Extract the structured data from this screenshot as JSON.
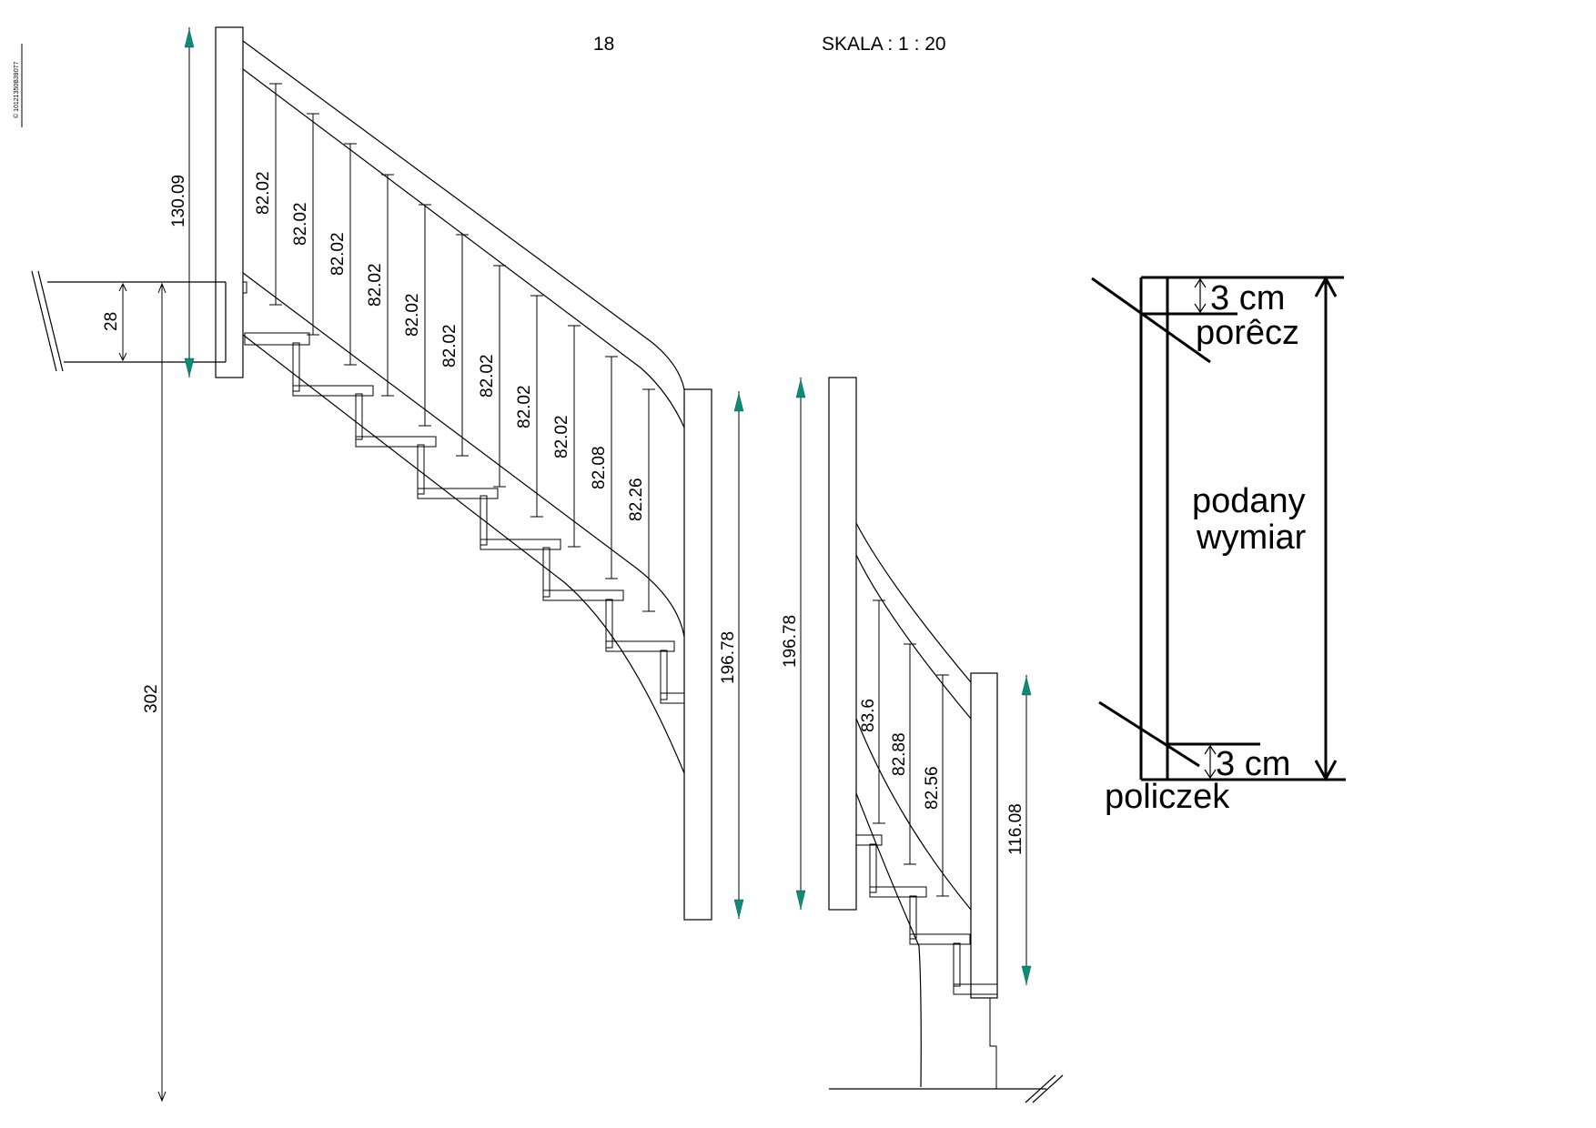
{
  "header": {
    "page_number": "18",
    "scale": "SKALA : 1 : 20",
    "copyright": "© 10121350B39077"
  },
  "dimensions": {
    "top_post_height": "130.09",
    "landing_thickness": "28",
    "total_height": "302",
    "flight1_post_height": "196.78",
    "flight2_post_height": "196.78",
    "flight2_end_post_height": "116.08"
  },
  "baluster_lengths_flight1": [
    "82.02",
    "82.02",
    "82.02",
    "82.02",
    "82.02",
    "82.02",
    "82.02",
    "82.02",
    "82.02",
    "82.08",
    "82.26"
  ],
  "baluster_lengths_flight2": [
    "83.6",
    "82.88",
    "82.56"
  ],
  "detail": {
    "top_offset": "3 cm",
    "handrail_label": "porêcz",
    "middle_label_line1": "podany",
    "middle_label_line2": "wymiar",
    "bottom_offset": "3 cm",
    "stringer_label": "policzek"
  },
  "colors": {
    "lines": "#000000",
    "arrows": "#0f8a7a",
    "background": "#ffffff"
  }
}
